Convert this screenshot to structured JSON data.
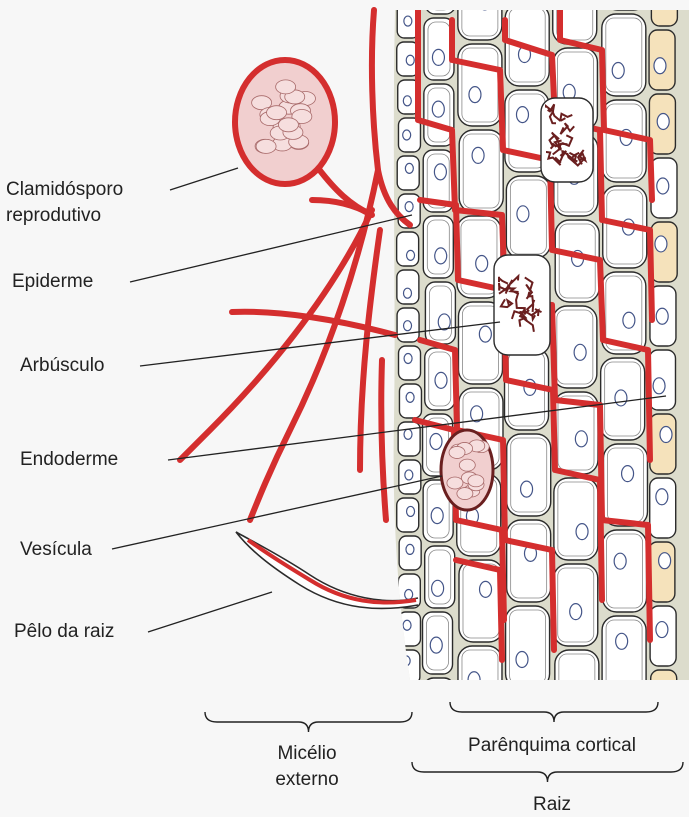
{
  "labels": {
    "chlamydospore_line1": "Clamidósporo",
    "chlamydospore_line2": "reprodutivo",
    "epidermis": "Epiderme",
    "arbuscule": "Arbúsculo",
    "endodermis": "Endoderme",
    "vesicle": "Vesícula",
    "root_hair": "Pêlo da raiz",
    "external_mycelium_line1": "Micélio",
    "external_mycelium_line2": "externo",
    "cortical_parenchyma": "Parênquima cortical",
    "root": "Raiz"
  },
  "colors": {
    "hypha": "#d42e2e",
    "cell_wall": "#2b2b2b",
    "cell_fill": "#ffffff",
    "tissue_bg": "#dcdccc",
    "nucleus_fill": "#ffffff",
    "nucleus_stroke": "#445588",
    "spore_fill": "#f1cfcf",
    "endodermis_fill": "#f5e2bb"
  }
}
